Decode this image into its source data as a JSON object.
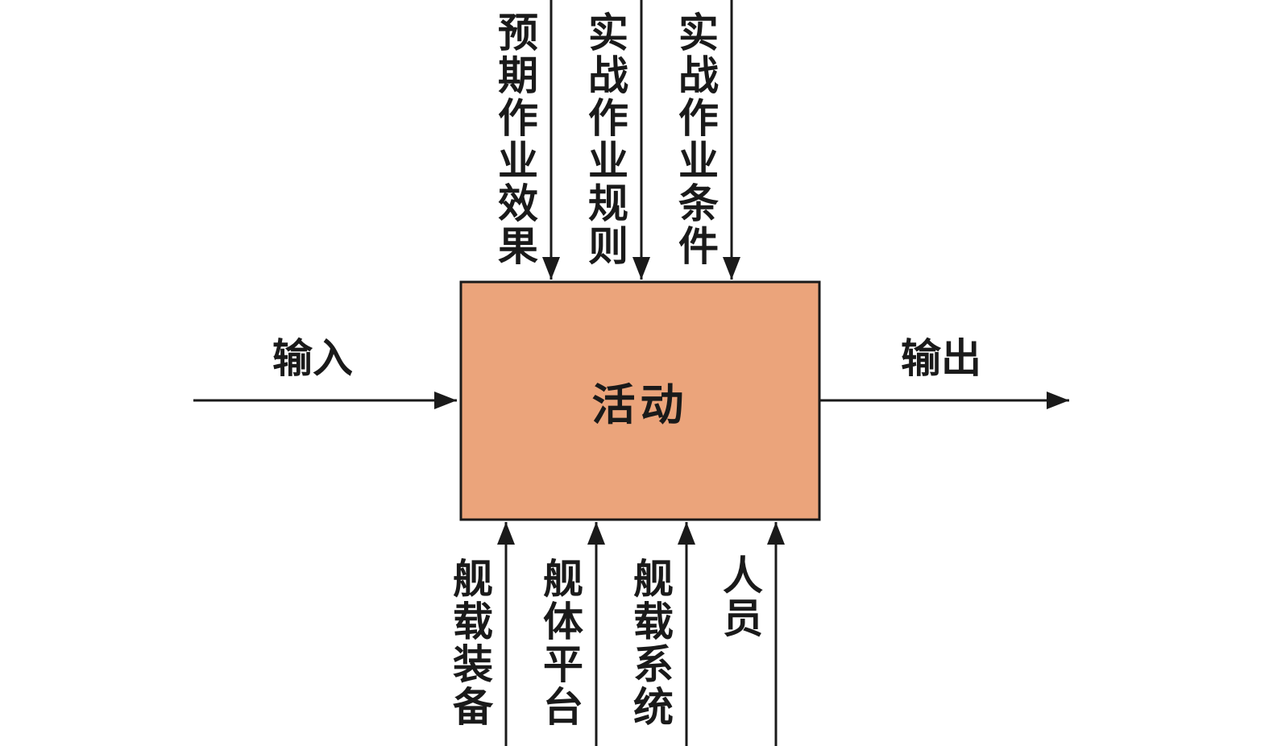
{
  "activity": {
    "label": "活动"
  },
  "input": {
    "label": "输入"
  },
  "output": {
    "label": "输出"
  },
  "controls": [
    {
      "label": "预期作业效果"
    },
    {
      "label": "实战作业规则"
    },
    {
      "label": "实战作业条件"
    }
  ],
  "mechanisms": [
    {
      "label": "舰载装备"
    },
    {
      "label": "舰体平台"
    },
    {
      "label": "舰载系统"
    },
    {
      "label": "人员"
    }
  ],
  "colors": {
    "box_fill": "#EBA47B",
    "line": "#1A1A1A"
  }
}
